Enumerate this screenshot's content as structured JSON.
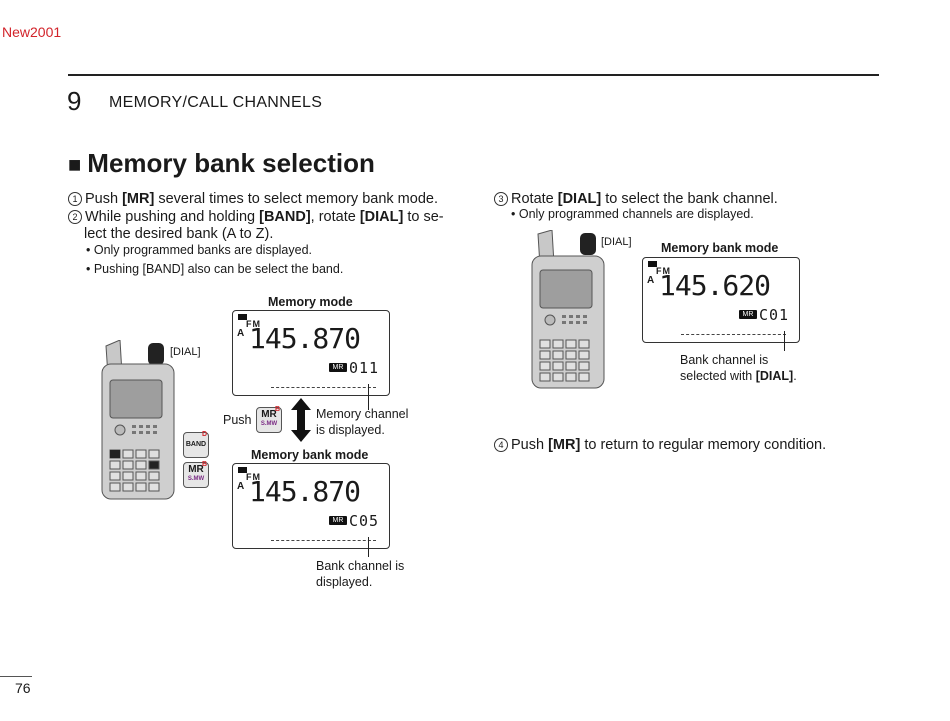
{
  "corner_tag": "New2001",
  "chapter": {
    "number": "9",
    "title": "MEMORY/CALL CHANNELS"
  },
  "section": {
    "square": "■",
    "title": "Memory bank selection"
  },
  "left_steps": {
    "s1_num": "1",
    "s1_a": "Push ",
    "s1_key": "[MR]",
    "s1_b": " several times to select memory bank mode.",
    "s2_num": "2",
    "s2_a": "While pushing and holding ",
    "s2_key1": "[BAND]",
    "s2_b": ", rotate ",
    "s2_key2": "[DIAL]",
    "s2_c": " to se-",
    "s2_line2": "lect the desired bank (A to Z).",
    "bullet1": "• Only programmed banks are displayed.",
    "bullet2": "• Pushing [BAND] also can be select the band."
  },
  "right_steps": {
    "s3_num": "3",
    "s3_a": "Rotate ",
    "s3_key": "[DIAL]",
    "s3_b": " to select the bank channel.",
    "bullet1": "• Only programmed channels are displayed.",
    "s4_num": "4",
    "s4_a": "Push ",
    "s4_key": "[MR]",
    "s4_b": " to return to regular memory condition."
  },
  "left_figure": {
    "dial_label": "[DIAL]",
    "memory_mode_label": "Memory mode",
    "memory_bank_mode_label": "Memory bank mode",
    "push_label": "Push",
    "memory_channel_caption_1": "Memory channel",
    "memory_channel_caption_2": "is displayed.",
    "bank_channel_caption_1": "Bank channel is",
    "bank_channel_caption_2": "displayed.",
    "band_key": "BAND",
    "band_key_sup": "D",
    "mr_key": "MR",
    "mr_key_sub": "S.MW",
    "mr_key_sup": "B",
    "lcd1": {
      "fm": "FM",
      "a": "A",
      "freq": "145.870",
      "mr": "MR",
      "chan": "011"
    },
    "lcd2": {
      "fm": "FM",
      "a": "A",
      "freq": "145.870",
      "mr": "MR",
      "chan": "C05"
    }
  },
  "right_figure": {
    "dial_label": "[DIAL]",
    "mode_label": "Memory bank mode",
    "lcd": {
      "fm": "FM",
      "a": "A",
      "freq": "145.620",
      "mr": "MR",
      "chan": "C01"
    },
    "caption_1": "Bank channel is",
    "caption_2a": "selected with ",
    "caption_2b": "[DIAL]",
    "caption_2c": "."
  },
  "page_number": "76"
}
